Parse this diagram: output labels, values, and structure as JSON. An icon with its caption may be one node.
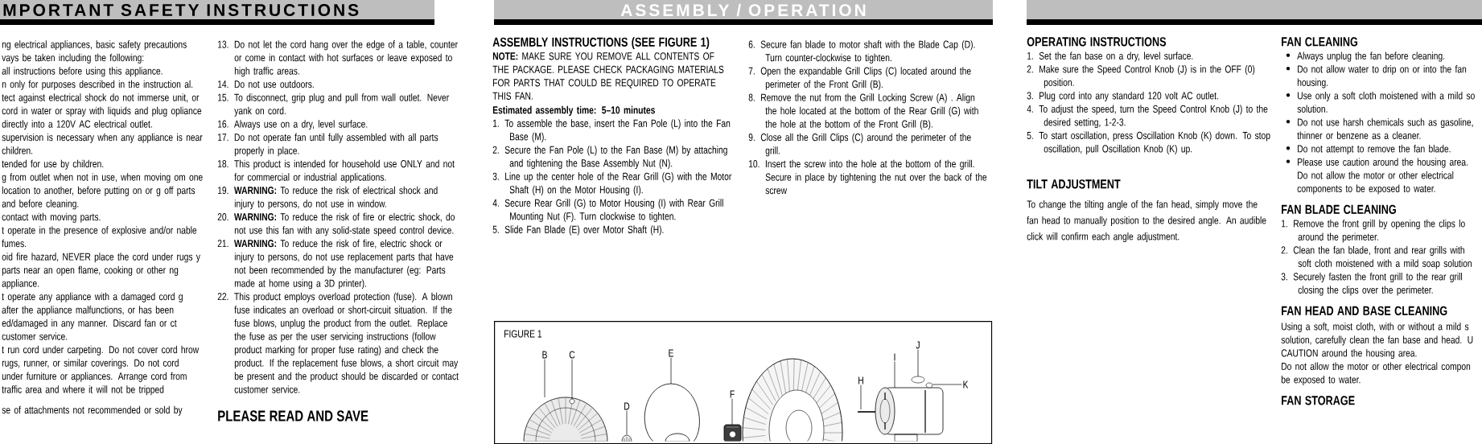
{
  "diagram": {
    "nodes": [
      {
        "text": [
          "FIGURE 1"
        ]
      },
      {
        "text": [
          "B"
        ],
        "in": 0
      },
      {
        "text": [
          "C"
        ],
        "in": 0
      },
      {
        "text": [
          "D"
        ],
        "in": 0
      },
      {
        "text": [
          "E"
        ],
        "in": 0
      },
      {
        "text": [
          "F"
        ],
        "in": 0
      },
      {
        "text": [
          "H"
        ],
        "in": 0
      },
      {
        "text": [
          "I"
        ],
        "in": 0
      },
      {
        "text": [
          "J"
        ],
        "in": 0
      },
      {
        "text": [
          "K"
        ],
        "in": 0
      },
      {
        "text": [],
        "shape": "picture",
        "in": 0
      },
      {
        "text": [],
        "shape": "circle",
        "in": 10
      },
      {
        "text": [],
        "shape": "picture",
        "in": 0
      },
      {
        "text": [],
        "shape": "picture",
        "in": 0
      },
      {
        "text": [],
        "shape": "picture",
        "in": 0
      },
      {
        "text": [],
        "shape": "picture",
        "in": 0
      },
      {
        "text": [],
        "shape": "picture",
        "in": 0
      },
      {
        "text": [],
        "shape": "circle",
        "in": 0
      },
      {
        "text": [],
        "shape": "circle",
        "in": 0
      }
    ],
    "edges": [
      {
        "from": 1,
        "to": 10,
        "arrow": "none"
      },
      {
        "from": 2,
        "to": 11,
        "arrow": "none"
      },
      {
        "from": 3,
        "to": 12,
        "arrow": "none"
      },
      {
        "from": 4,
        "to": 13,
        "arrow": "none"
      },
      {
        "from": 5,
        "to": 14,
        "arrow": "none"
      },
      {
        "from": 6,
        "to": 15,
        "arrow": "none"
      },
      {
        "from": 7,
        "to": 16,
        "arrow": "none"
      },
      {
        "from": 8,
        "to": 17,
        "arrow": "none"
      },
      {
        "from": 9,
        "to": 18,
        "arrow": "none"
      }
    ],
    "labels": [
      "MPORTANT SAFETY INSTRUCTIONS",
      "ASSEMBLY / OPERATION",
      "ng electrical appliances, basic safety precautions vays be taken including the following:",
      "all instructions before using this appliance.",
      "n only for purposes described in the instruction al.",
      "tect against electrical shock do not immerse unit, or cord in water or spray with liquids and plug opliance directly into a 120V AC electrical outlet.",
      "supervision is necessary when any appliance is near children.",
      "tended for use by children.",
      "g from outlet when not in use, when moving om one location to another, before putting on or g off parts and before cleaning.",
      "contact with moving parts.",
      "t operate in the presence of explosive and/or nable fumes.",
      "oid fire hazard, NEVER place the cord under rugs y parts near an open flame, cooking or other ng appliance.",
      "t operate any appliance with a damaged cord g after the appliance malfunctions, or has been ed/damaged in any manner. Discard fan or ct customer service.",
      "t run cord under carpeting. Do not cover cord hrow rugs, runner, or similar coverings. Do not cord under furniture or appliances. Arrange cord from traffic area and where it will not be tripped",
      "se of attachments not recommended or sold by",
      "13. Do not let the cord hang over the edge of a table, counter or come in contact with hot surfaces or leave exposed to high traffic areas.",
      "14. Do not use outdoors.",
      "15. To disconnect, grip plug and pull from wall outlet. Never yank on cord.",
      "16. Always use on a dry, level surface.",
      "17. Do not operate fan until fully assembled with all parts properly in place.",
      "18. This product is intended for household use ONLY and not for commercial or industrial applications.",
      "19. **WARNING:** To reduce the risk of electrical shock and injury to persons, do not use in window.",
      "20. **WARNING:** To reduce the risk of fire or electric shock, do not use this fan with any solid-state speed control device.",
      "21. **WARNING:** To reduce the risk of fire, electric shock or injury to persons, do not use replacement parts that have not been recommended by the manufacturer (eg: Parts made at home using a 3D printer).",
      "22. This product employs overload protection (fuse). A blown fuse indicates an overload or short-circuit situation. If the fuse blows, unplug the product from the outlet. Replace the fuse as per the user servicing instructions (follow product marking for proper fuse rating) and check the product. If the replacement fuse blows, a short circuit may be present and the product should be discarded or contact customer service.",
      "PLEASE READ AND SAVE",
      "ASSEMBLY INSTRUCTIONS (SEE FIGURE 1)",
      "**NOTE:** MAKE SURE YOU REMOVE ALL CONTENTS OF THE PACKAGE. PLEASE CHECK PACKAGING MATERIALS FOR PARTS THAT COULD BE REQUIRED TO OPERATE THIS FAN.",
      "Estimated assembly time: 5–10 minutes",
      "1. To assemble the base, insert the Fan Pole (L) into the Fan Base (M).",
      "2. Secure the Fan Pole (L) to the Fan Base (M) by attaching and tightening the Base Assembly Nut (N).",
      "3. Line up the center hole of the Rear Grill (G) with the Motor Shaft (H) on the Motor Housing (I).",
      "4. Secure Rear Grill (G) to Motor Housing (I) with Rear Grill Mounting Nut (F). Turn clockwise to tighten.",
      "5. Slide Fan Blade (E) over Motor Shaft (H).",
      "6. Secure fan blade to motor shaft with the Blade Cap (D). Turn counter-clockwise to tighten.",
      "7. Open the expandable Grill Clips (C) located around the perimeter of the Front Grill (B).",
      "8. Remove the nut from the Grill Locking Screw (A) . Align the hole located at the bottom of the Rear Grill (G) with the hole at the bottom of the Front Grill (B).",
      "9. Close all the Grill Clips (C) around the perimeter of the grill.",
      "10. Insert the screw into the hole at the bottom of the grill. Secure in place by tightening the nut over the back of the screw",
      "OPERATING INSTRUCTIONS",
      "1. Set the fan base on a dry, level surface.",
      "2. Make sure the Speed Control Knob (J) is in the OFF (0) position.",
      "3. Plug cord into any standard 120 volt AC outlet.",
      "4. To adjust the speed, turn the Speed Control Knob (J) to the desired setting, 1-2-3.",
      "5. To start oscillation, press Oscillation Knob (K) down. To stop oscillation, pull Oscillation Knob (K) up.",
      "TILT ADJUSTMENT",
      "To change the tilting angle of the fan head, simply move the fan head to manually position to the desired angle. An audible click will confirm each angle adjustment.",
      "FAN CLEANING",
      "Always unplug the fan before cleaning.",
      "Do not allow water to drip on or into the fan housing.",
      "Use only a soft cloth moistened with a mild so solution.",
      "Do not use harsh chemicals such as gasoline, thinner or benzene as a cleaner.",
      "Do not attempt to remove the fan blade.",
      "Please use caution around the housing area. Do not allow the motor or other electrical components to be exposed to water.",
      "FAN BLADE CLEANING",
      "1. Remove the front grill by opening the clips lo around the perimeter.",
      "2. Clean the fan blade, front and rear grills with soft cloth moistened with a mild soap solution",
      "3. Securely fasten the front grill to the rear grill closing the clips over the perimeter.",
      "FAN HEAD AND BASE CLEANING",
      "Using a soft, moist cloth, with or without a mild s solution, carefully clean the fan base and head. U CAUTION around the housing area.",
      "Do not allow the motor or other electrical compon be exposed to water.",
      "FAN STORAGE"
    ]
  }
}
